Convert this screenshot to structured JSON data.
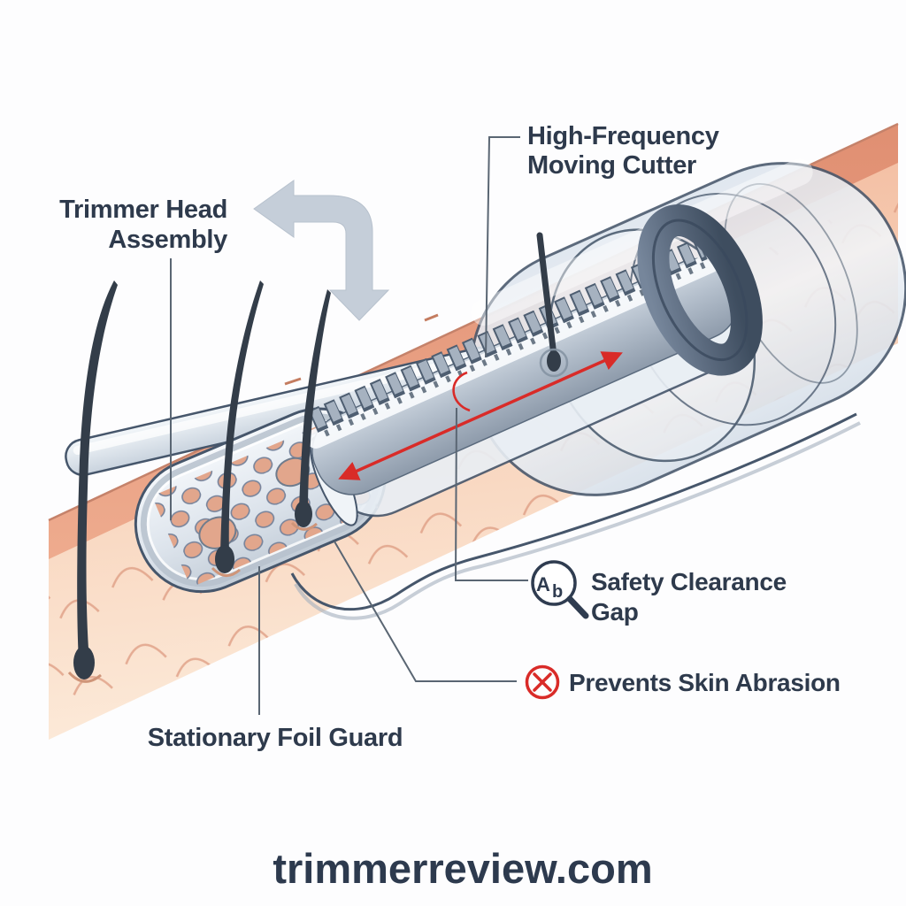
{
  "labels": {
    "trimmer_head_assembly": {
      "line1": "Trimmer Head",
      "line2": "Assembly"
    },
    "moving_cutter": {
      "line1": "High-Frequency",
      "line2": "Moving Cutter"
    },
    "safety_clearance_gap": {
      "line1": "Safety Clearance",
      "line2": "Gap"
    },
    "prevents_skin_abrasion": {
      "text": "Prevents Skin Abrasion"
    },
    "stationary_foil_guard": {
      "text": "Stationary Foil Guard"
    }
  },
  "watermark": {
    "text": "trimmerreview.com"
  },
  "icons": {
    "ab_magnifier": {
      "glyph_a": "A",
      "glyph_b": "b",
      "meaning": "close-up of safety gap"
    },
    "no_abrasion": {
      "shape": "circle-x",
      "meaning": "prevents skin abrasion"
    },
    "elbow_arrow": {
      "meaning": "trimmer head motion direction"
    },
    "cutter_motion_arrow": {
      "meaning": "cutter oscillation travel"
    }
  },
  "colors": {
    "page_bg": "#fdfdfe",
    "label_text": "#2e3a4c",
    "leader_line": "#5a6673",
    "accent_red": "#d92b28",
    "watermark": "#2d3a4e",
    "hair": "#333d49",
    "device_outline": "#46566b",
    "skin_edge": "#e08f72",
    "skin_base": "#f4c3a8",
    "gray_arrow": "#c5ced9"
  }
}
